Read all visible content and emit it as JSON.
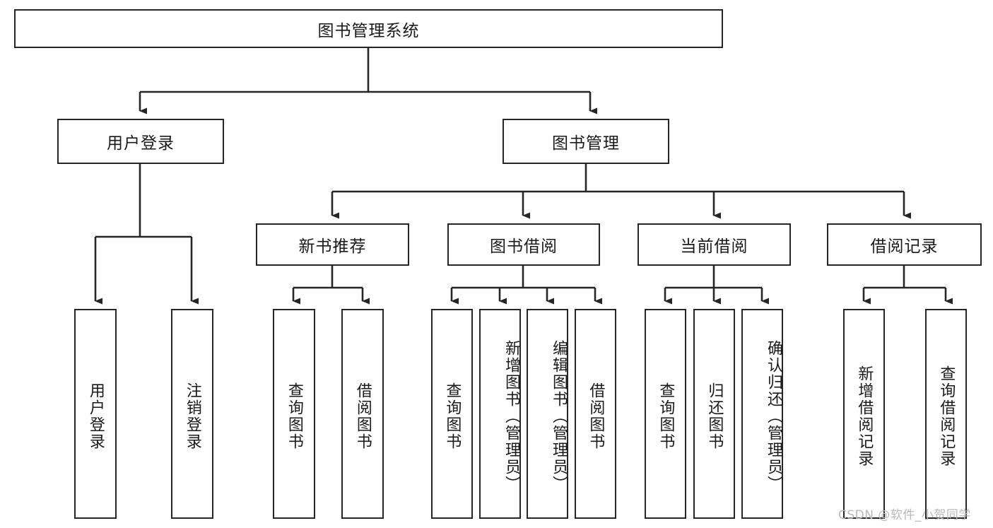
{
  "diagram": {
    "title": "图书管理系统",
    "type": "hierarchy-tree",
    "root": {
      "label": "图书管理系统"
    },
    "level2": [
      {
        "label": "用户登录"
      },
      {
        "label": "图书管理"
      }
    ],
    "level3": [
      {
        "label": "新书推荐"
      },
      {
        "label": "图书借阅"
      },
      {
        "label": "当前借阅"
      },
      {
        "label": "借阅记录"
      }
    ],
    "leaves": {
      "user_login": [
        {
          "label": "用户登录"
        },
        {
          "label": "注销登录"
        }
      ],
      "new_book_recommend": [
        {
          "label": "查询图书"
        },
        {
          "label": "借阅图书"
        }
      ],
      "book_borrow": [
        {
          "label": "查询图书"
        },
        {
          "label": "新增图书（管理员）"
        },
        {
          "label": "编辑图书（管理员）"
        },
        {
          "label": "借阅图书"
        }
      ],
      "current_borrow": [
        {
          "label": "查询图书"
        },
        {
          "label": "归还图书"
        },
        {
          "label": "确认归还（管理员）"
        }
      ],
      "borrow_record": [
        {
          "label": "新增借阅记录"
        },
        {
          "label": "查询借阅记录"
        }
      ]
    }
  },
  "watermark": {
    "text": "CSDN @软件_小贺同学"
  },
  "colors": {
    "line": "#262626",
    "box_border": "#262626",
    "box_fill": "#ffffff",
    "text": "#1a1a1a",
    "watermark": "#b9b9b9"
  }
}
